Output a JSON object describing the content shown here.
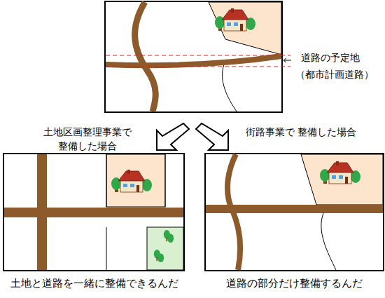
{
  "diagram": {
    "labels": [
      "道路の予定地",
      "（都市計画道路）",
      "土地区画整理事業で 整備した場合",
      "街路事業で 整備した場合",
      "土地と道路を一緒に整備できるんだ",
      "道路の部分だけ整備するんだ"
    ]
  }
}
